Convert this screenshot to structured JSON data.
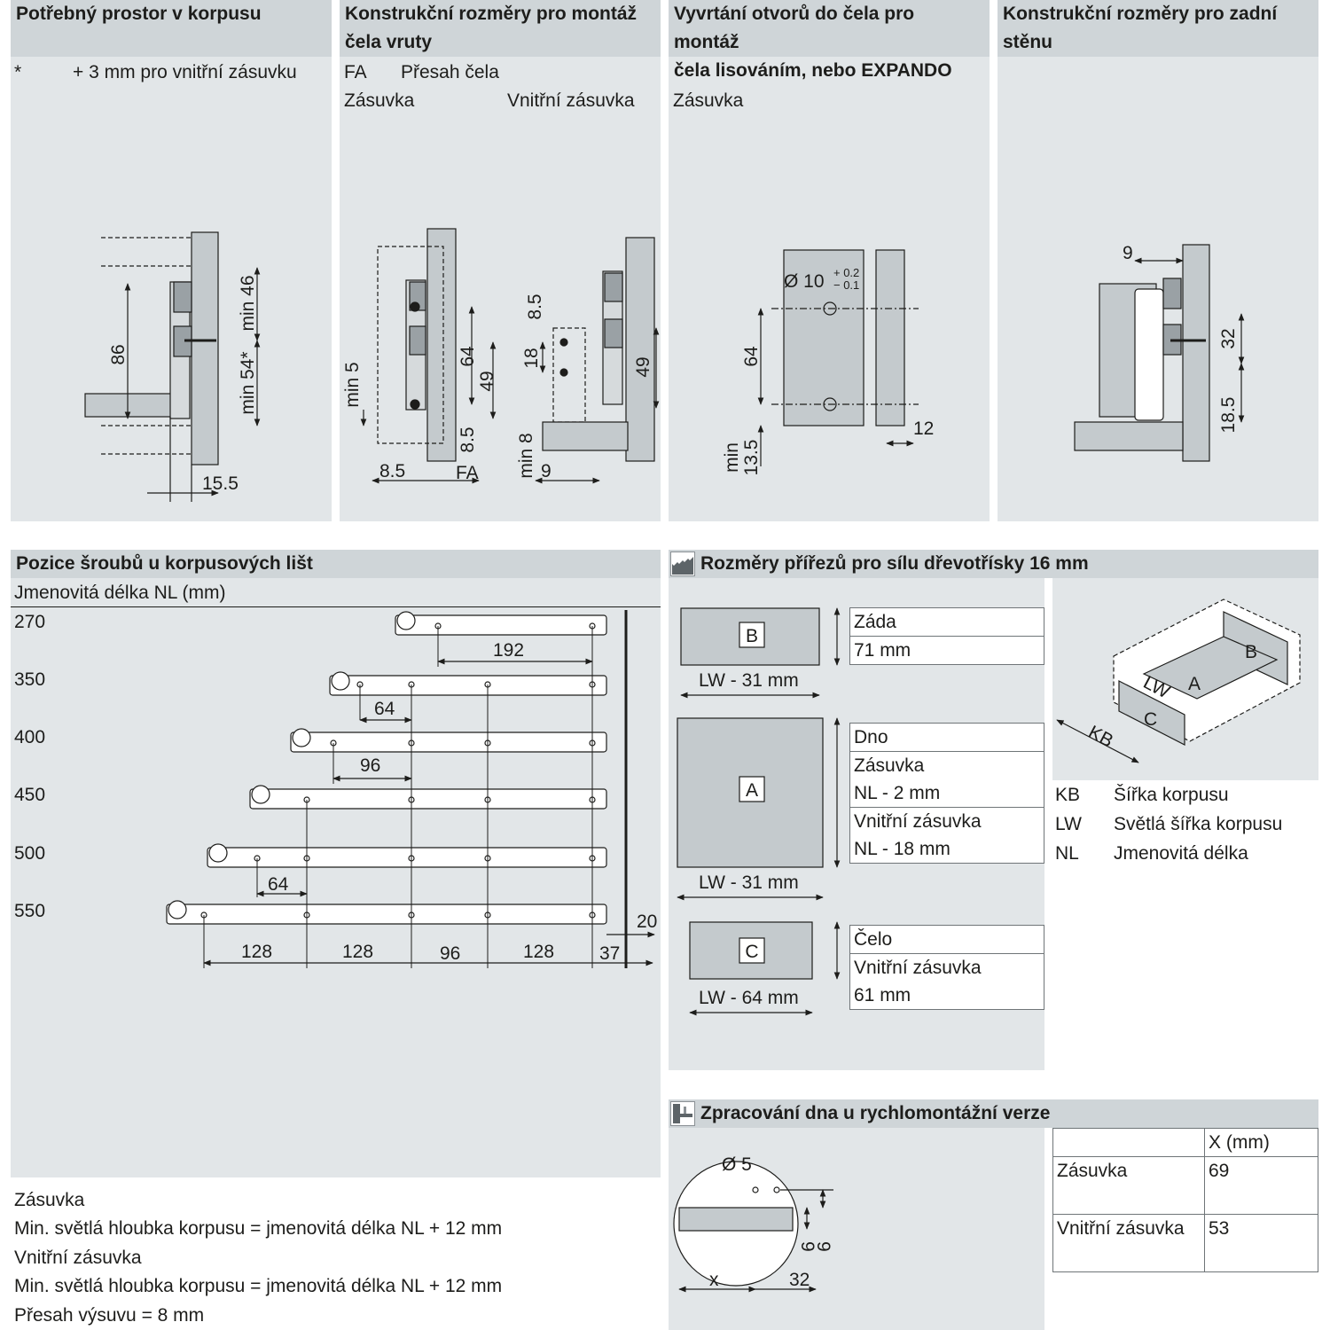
{
  "top_panels": {
    "p1": {
      "title": "Potřebný prostor v korpusu",
      "note_star": "*",
      "note": "+ 3 mm pro vnitřní zásuvku",
      "dims": {
        "d86": "86",
        "min46": "min 46",
        "min54": "min 54*",
        "d155": "15.5"
      }
    },
    "p2": {
      "title_1": "Konstrukční rozměry pro montáž",
      "title_2": "čela vruty",
      "fa": "FA",
      "fa_desc": "Přesah čela",
      "zasuvka": "Zásuvka",
      "vnitrni": "Vnitřní zásuvka",
      "dims": {
        "min5": "min 5",
        "d64": "64",
        "d49a": "49",
        "d85a": "8.5",
        "d85b": "8.5",
        "fa": "FA",
        "d85c": "8.5",
        "d18": "18",
        "min8": "min 8",
        "d9": "9",
        "d49b": "49"
      }
    },
    "p3": {
      "title_1": "Vyvrtání otvorů do čela pro montáž",
      "title_2": "čela lisováním, nebo EXPANDO",
      "zasuvka": "Zásuvka",
      "dims": {
        "dia": "Ø 10",
        "tol_plus": "+ 0.2",
        "tol_minus": "− 0.1",
        "d64": "64",
        "min": "min",
        "d135": "13.5",
        "d12": "12"
      }
    },
    "p4": {
      "title_1": "Konstrukční rozměry pro zadní",
      "title_2": "stěnu",
      "dims": {
        "d9": "9",
        "d32": "32",
        "d185": "18.5"
      }
    }
  },
  "screws": {
    "title": "Pozice šroubů u korpusových lišt",
    "subtitle": "Jmenovitá délka NL (mm)",
    "lengths": [
      "270",
      "350",
      "400",
      "450",
      "500",
      "550"
    ],
    "dims": {
      "d192": "192",
      "d64a": "64",
      "d96a": "96",
      "d64b": "64",
      "d128a": "128",
      "d128b": "128",
      "d96b": "96",
      "d128c": "128",
      "d37": "37",
      "d20": "20"
    },
    "notes": [
      "Zásuvka",
      "Min. světlá hloubka korpusu = jmenovitá délka NL + 12 mm",
      "Vnitřní zásuvka",
      "Min. světlá hloubka korpusu = jmenovitá délka NL + 12 mm",
      "Přesah výsuvu = 8 mm"
    ]
  },
  "cutting": {
    "title": "Rozměry přířezů pro sílu dřevotřísky 16 mm",
    "parts": [
      {
        "letter": "B",
        "width_label": "LW - 31 mm",
        "rows": [
          "Záda",
          "71 mm"
        ]
      },
      {
        "letter": "A",
        "width_label": "LW - 31 mm",
        "rows": [
          "Dno",
          "Zásuvka",
          "NL - 2 mm",
          "Vnitřní zásuvka",
          "NL - 18 mm"
        ]
      },
      {
        "letter": "C",
        "width_label": "LW - 64 mm",
        "rows": [
          "Čelo",
          "Vnitřní zásuvka",
          "61 mm"
        ]
      }
    ],
    "iso_labels": {
      "b": "B",
      "a": "A",
      "c": "C",
      "lw": "LW",
      "kb": "KB"
    },
    "legend": [
      {
        "abbr": "KB",
        "text": "Šířka korpusu"
      },
      {
        "abbr": "LW",
        "text": "Světlá šířka korpusu"
      },
      {
        "abbr": "NL",
        "text": "Jmenovitá délka"
      }
    ]
  },
  "bottom": {
    "title": "Zpracování dna u rychlomontážní verze",
    "dims": {
      "dia5": "Ø 5",
      "x": "x",
      "d32": "32",
      "d9a": "9",
      "d9b": "9"
    },
    "table": {
      "header": "X (mm)",
      "rows": [
        {
          "label": "Zásuvka",
          "value": "69"
        },
        {
          "label": "Vnitřní zásuvka",
          "value": "53"
        }
      ]
    }
  }
}
